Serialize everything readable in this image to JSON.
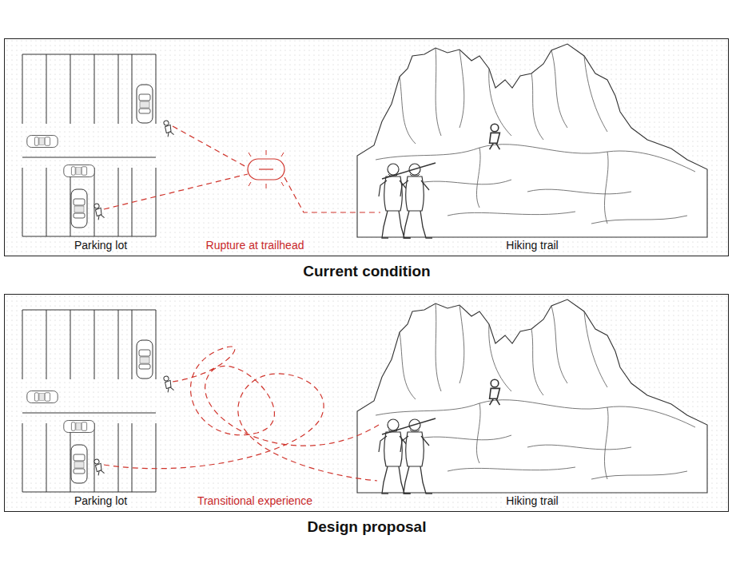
{
  "diagram": {
    "nodes": [
      {
        "text": [
          "Parking lot",
          "Rupture at trailhead",
          "Hiking trail",
          "Current condition"
        ]
      },
      {
        "text": [
          "Parking lot",
          "Transitional experience",
          "Hiking trail",
          "Design proposal"
        ]
      }
    ]
  }
}
